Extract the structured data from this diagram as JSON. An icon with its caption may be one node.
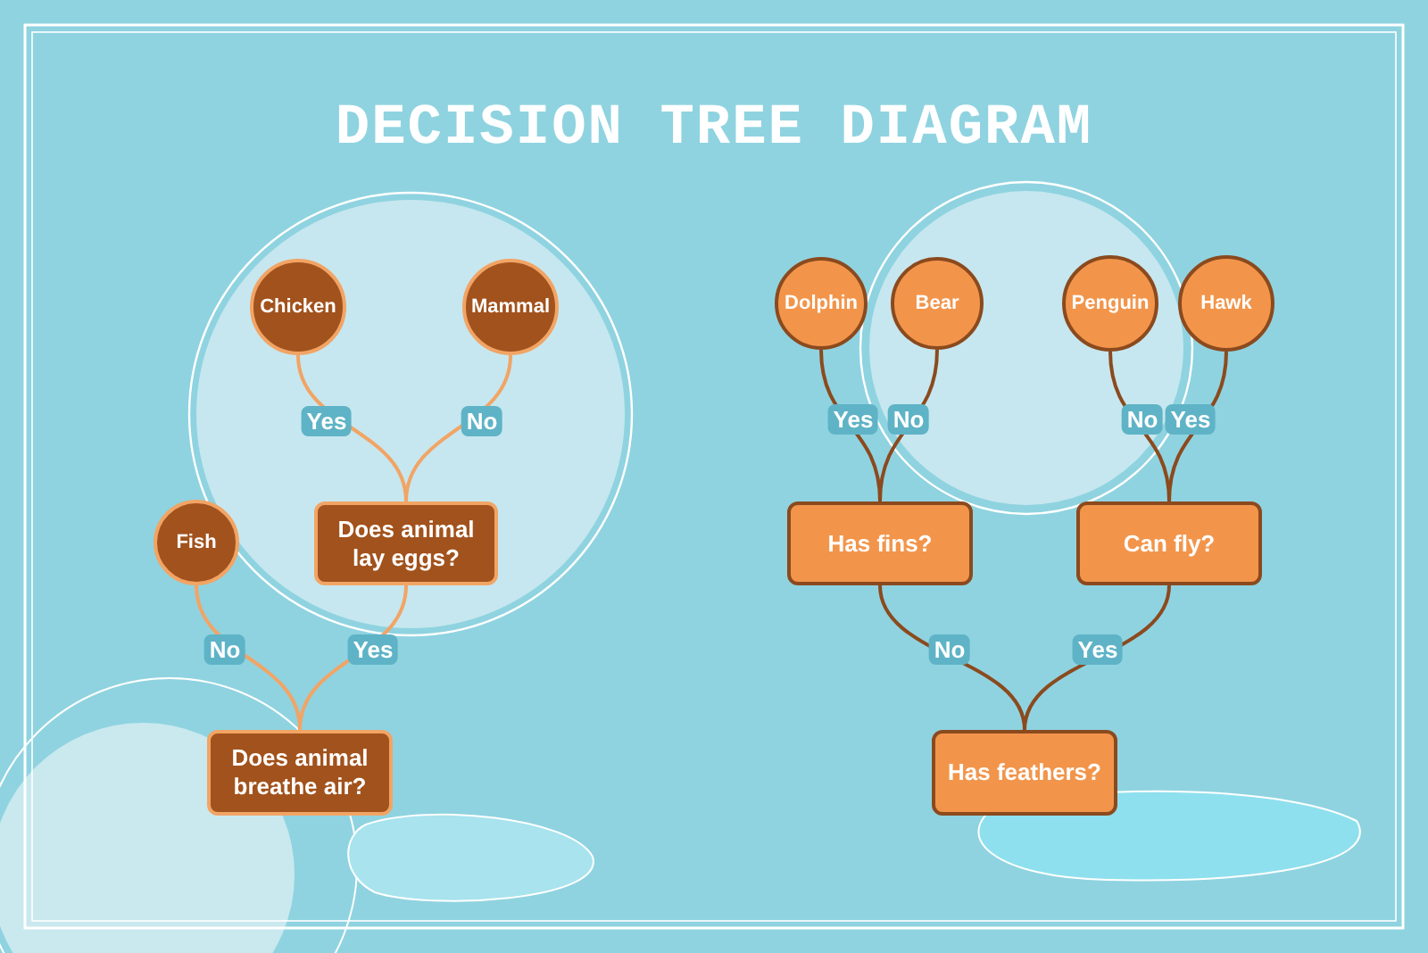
{
  "diagram": {
    "title": "DECISION TREE DIAGRAM",
    "nodes": [
      {
        "text": [
          "Chicken"
        ]
      },
      {
        "text": [
          "Mammal"
        ]
      },
      {
        "text": [
          "Fish"
        ]
      },
      {
        "text": [
          "Does animal lay eggs?"
        ]
      },
      {
        "text": [
          "Does animal breathe air?"
        ]
      },
      {
        "text": [
          "Dolphin"
        ]
      },
      {
        "text": [
          "Bear"
        ]
      },
      {
        "text": [
          "Penguin"
        ]
      },
      {
        "text": [
          "Hawk"
        ]
      },
      {
        "text": [
          "Has fins?"
        ]
      },
      {
        "text": [
          "Can fly?"
        ]
      },
      {
        "text": [
          "Has feathers?"
        ]
      }
    ],
    "edges": [
      {
        "from": 4,
        "to": 2,
        "arrow": "none",
        "label": "No",
        "color": "#f2a465"
      },
      {
        "from": 4,
        "to": 3,
        "arrow": "none",
        "label": "Yes",
        "color": "#f2a465"
      },
      {
        "from": 3,
        "to": 0,
        "arrow": "none",
        "label": "Yes",
        "color": "#f2a465"
      },
      {
        "from": 3,
        "to": 1,
        "arrow": "none",
        "label": "No",
        "color": "#f2a465"
      },
      {
        "from": 11,
        "to": 9,
        "arrow": "none",
        "label": "No",
        "color": "#8b4a1e"
      },
      {
        "from": 11,
        "to": 10,
        "arrow": "none",
        "label": "Yes",
        "color": "#8b4a1e"
      },
      {
        "from": 9,
        "to": 5,
        "arrow": "none",
        "label": "Yes",
        "color": "#8b4a1e"
      },
      {
        "from": 9,
        "to": 6,
        "arrow": "none",
        "label": "No",
        "color": "#8b4a1e"
      },
      {
        "from": 10,
        "to": 7,
        "arrow": "none",
        "label": "No",
        "color": "#8b4a1e"
      },
      {
        "from": 10,
        "to": 8,
        "arrow": "none",
        "label": "Yes",
        "color": "#8b4a1e"
      }
    ]
  }
}
